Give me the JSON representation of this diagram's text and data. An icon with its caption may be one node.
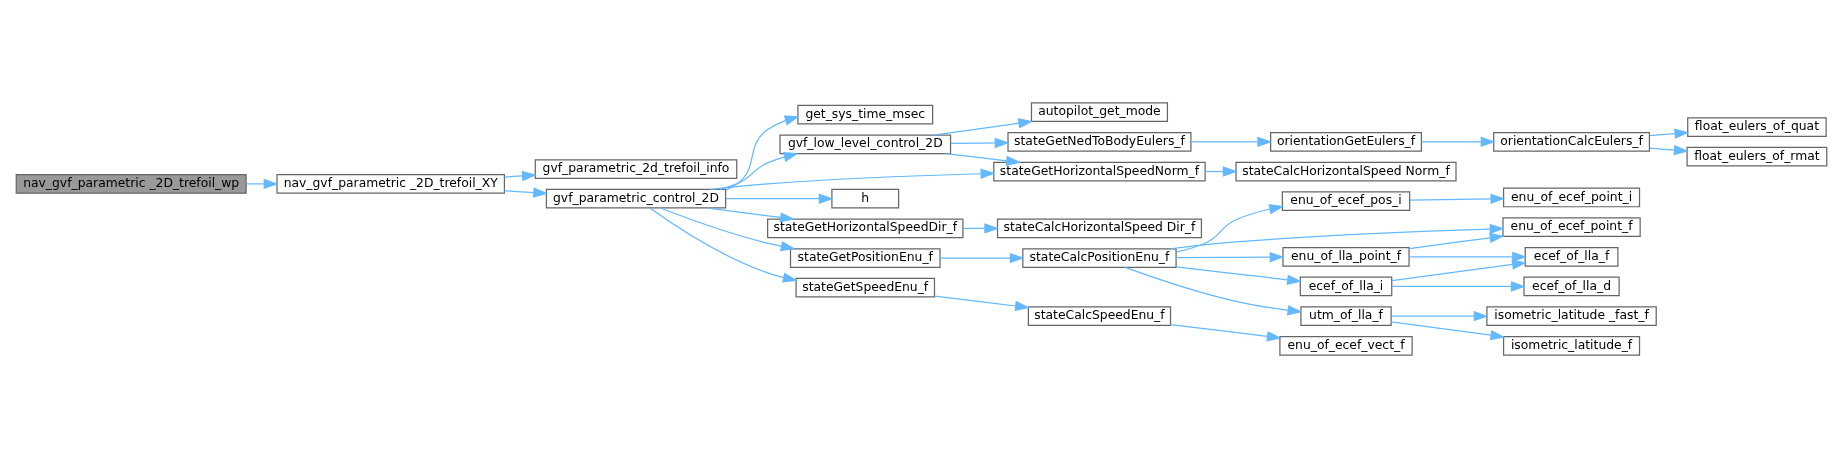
{
  "diagram": {
    "nodes": [
      {
        "text": [
          "nav_gvf_parametric _2D_trefoil_wp"
        ]
      },
      {
        "text": [
          "nav_gvf_parametric _2D_trefoil_XY"
        ]
      },
      {
        "text": [
          "gvf_parametric_2d_trefoil_info"
        ]
      },
      {
        "text": [
          "gvf_parametric_control_2D"
        ]
      },
      {
        "text": [
          "get_sys_time_msec"
        ]
      },
      {
        "text": [
          "gvf_low_level_control_2D"
        ]
      },
      {
        "text": [
          "autopilot_get_mode"
        ]
      },
      {
        "text": [
          "stateGetNedToBodyEulers_f"
        ]
      },
      {
        "text": [
          "orientationGetEulers_f"
        ]
      },
      {
        "text": [
          "orientationCalcEulers_f"
        ]
      },
      {
        "text": [
          "float_eulers_of_quat"
        ]
      },
      {
        "text": [
          "float_eulers_of_rmat"
        ]
      },
      {
        "text": [
          "stateGetHorizontalSpeedNorm_f"
        ]
      },
      {
        "text": [
          "stateCalcHorizontalSpeed Norm_f"
        ]
      },
      {
        "text": [
          "h"
        ]
      },
      {
        "text": [
          "stateGetHorizontalSpeedDir_f"
        ]
      },
      {
        "text": [
          "stateCalcHorizontalSpeed Dir_f"
        ]
      },
      {
        "text": [
          "stateGetPositionEnu_f"
        ]
      },
      {
        "text": [
          "stateCalcPositionEnu_f"
        ]
      },
      {
        "text": [
          "enu_of_ecef_pos_i"
        ]
      },
      {
        "text": [
          "enu_of_ecef_point_i"
        ]
      },
      {
        "text": [
          "enu_of_ecef_point_f"
        ]
      },
      {
        "text": [
          "enu_of_lla_point_f"
        ]
      },
      {
        "text": [
          "ecef_of_lla_f"
        ]
      },
      {
        "text": [
          "ecef_of_lla_i"
        ]
      },
      {
        "text": [
          "ecef_of_lla_d"
        ]
      },
      {
        "text": [
          "utm_of_lla_f"
        ]
      },
      {
        "text": [
          "isometric_latitude _fast_f"
        ]
      },
      {
        "text": [
          "isometric_latitude_f"
        ]
      },
      {
        "text": [
          "stateGetSpeedEnu_f"
        ]
      },
      {
        "text": [
          "stateCalcSpeedEnu_f"
        ]
      },
      {
        "text": [
          "enu_of_ecef_vect_f"
        ]
      }
    ],
    "edges": [
      {
        "from": 0,
        "to": 1,
        "arrow": "to"
      },
      {
        "from": 1,
        "to": 2,
        "arrow": "to"
      },
      {
        "from": 1,
        "to": 3,
        "arrow": "to"
      },
      {
        "from": 3,
        "to": 4,
        "arrow": "to"
      },
      {
        "from": 3,
        "to": 5,
        "arrow": "to"
      },
      {
        "from": 3,
        "to": 12,
        "arrow": "to"
      },
      {
        "from": 3,
        "to": 14,
        "arrow": "to"
      },
      {
        "from": 3,
        "to": 15,
        "arrow": "to"
      },
      {
        "from": 3,
        "to": 17,
        "arrow": "to"
      },
      {
        "from": 3,
        "to": 29,
        "arrow": "to"
      },
      {
        "from": 5,
        "to": 6,
        "arrow": "to"
      },
      {
        "from": 5,
        "to": 7,
        "arrow": "to"
      },
      {
        "from": 5,
        "to": 12,
        "arrow": "to"
      },
      {
        "from": 7,
        "to": 8,
        "arrow": "to"
      },
      {
        "from": 8,
        "to": 9,
        "arrow": "to"
      },
      {
        "from": 9,
        "to": 10,
        "arrow": "to"
      },
      {
        "from": 9,
        "to": 11,
        "arrow": "to"
      },
      {
        "from": 12,
        "to": 13,
        "arrow": "to"
      },
      {
        "from": 15,
        "to": 16,
        "arrow": "to"
      },
      {
        "from": 17,
        "to": 18,
        "arrow": "to"
      },
      {
        "from": 18,
        "to": 19,
        "arrow": "to"
      },
      {
        "from": 18,
        "to": 21,
        "arrow": "to"
      },
      {
        "from": 18,
        "to": 22,
        "arrow": "to"
      },
      {
        "from": 18,
        "to": 24,
        "arrow": "to"
      },
      {
        "from": 18,
        "to": 26,
        "arrow": "to"
      },
      {
        "from": 19,
        "to": 20,
        "arrow": "to"
      },
      {
        "from": 22,
        "to": 21,
        "arrow": "to"
      },
      {
        "from": 22,
        "to": 23,
        "arrow": "to"
      },
      {
        "from": 24,
        "to": 23,
        "arrow": "to"
      },
      {
        "from": 24,
        "to": 25,
        "arrow": "to"
      },
      {
        "from": 26,
        "to": 27,
        "arrow": "to"
      },
      {
        "from": 26,
        "to": 28,
        "arrow": "to"
      },
      {
        "from": 29,
        "to": 30,
        "arrow": "to"
      },
      {
        "from": 30,
        "to": 31,
        "arrow": "to"
      }
    ]
  }
}
